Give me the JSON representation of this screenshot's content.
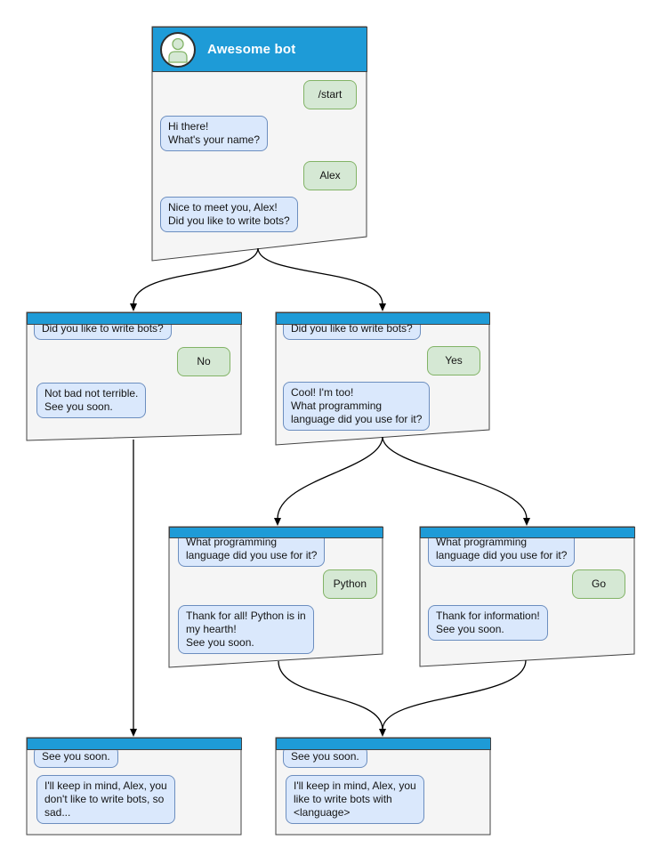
{
  "diagram": {
    "colors": {
      "header_blue": "#1e9bd7",
      "window_body": "#f5f5f5",
      "window_border": "#424242",
      "bot_bubble_fill": "#dae8fc",
      "bot_bubble_stroke": "#6c8ebf",
      "user_bubble_fill": "#d5e8d4",
      "user_bubble_stroke": "#82b366",
      "connector": "#000000"
    },
    "windows": [
      {
        "name": "root",
        "title": "Awesome bot",
        "messages": [
          {
            "from": "user",
            "text": "/start"
          },
          {
            "from": "bot",
            "text": "Hi there!\nWhat's your name?"
          },
          {
            "from": "user",
            "text": "Alex"
          },
          {
            "from": "bot",
            "text": "Nice to meet you, Alex!\nDid you like to write bots?"
          }
        ]
      },
      {
        "name": "branch-no",
        "messages": [
          {
            "from": "bot",
            "text": "Did you like to write bots?"
          },
          {
            "from": "user",
            "text": "No"
          },
          {
            "from": "bot",
            "text": "Not bad not terrible.\nSee you soon."
          }
        ]
      },
      {
        "name": "branch-yes",
        "messages": [
          {
            "from": "bot",
            "text": "Did you like to write bots?"
          },
          {
            "from": "user",
            "text": "Yes"
          },
          {
            "from": "bot",
            "text": "Cool! I'm too!\nWhat programming\nlanguage did you use for it?"
          }
        ]
      },
      {
        "name": "branch-python",
        "messages": [
          {
            "from": "bot",
            "text": "What programming\nlanguage did you use for it?"
          },
          {
            "from": "user",
            "text": "Python"
          },
          {
            "from": "bot",
            "text": "Thank for all! Python is in\nmy hearth!\nSee you soon."
          }
        ]
      },
      {
        "name": "branch-go",
        "messages": [
          {
            "from": "bot",
            "text": "What programming\nlanguage did you use for it?"
          },
          {
            "from": "user",
            "text": "Go"
          },
          {
            "from": "bot",
            "text": "Thank for information!\nSee you soon."
          }
        ]
      },
      {
        "name": "end-no",
        "messages": [
          {
            "from": "bot",
            "text": "See you soon."
          },
          {
            "from": "bot",
            "text": "I'll keep in mind, Alex, you\ndon't like to write bots, so\nsad..."
          }
        ]
      },
      {
        "name": "end-yes",
        "messages": [
          {
            "from": "bot",
            "text": "See you soon."
          },
          {
            "from": "bot",
            "text": "I'll keep in mind, Alex, you\nlike to write bots with\n<language>"
          }
        ]
      }
    ]
  }
}
